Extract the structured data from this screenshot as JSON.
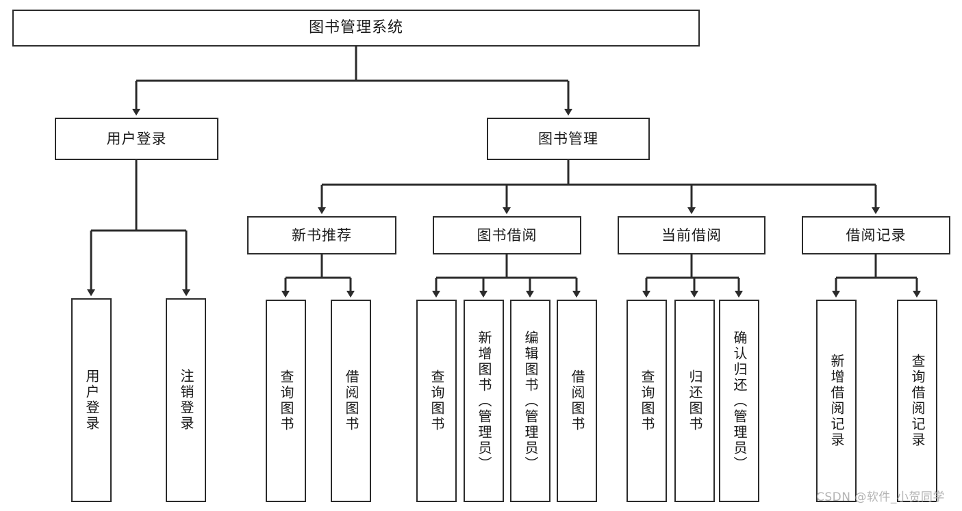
{
  "diagram": {
    "title_box": {
      "label": "图书管理系统"
    },
    "level2": [
      {
        "id": "user-login",
        "label": "用户登录"
      },
      {
        "id": "book-management",
        "label": "图书管理"
      }
    ],
    "level3": [
      {
        "id": "new-book-recommend",
        "label": "新书推荐"
      },
      {
        "id": "book-borrow",
        "label": "图书借阅"
      },
      {
        "id": "current-borrow",
        "label": "当前借阅"
      },
      {
        "id": "borrow-record",
        "label": "借阅记录"
      }
    ],
    "leaves": [
      {
        "id": "leaf-user-login",
        "label": "用户登录"
      },
      {
        "id": "leaf-logout-login",
        "label": "注销登录"
      },
      {
        "id": "leaf-query-book-1",
        "label": "查询图书"
      },
      {
        "id": "leaf-borrow-book-1",
        "label": "借阅图书"
      },
      {
        "id": "leaf-query-book-2",
        "label": "查询图书"
      },
      {
        "id": "leaf-add-book-admin",
        "label": "新增图书（管理员）"
      },
      {
        "id": "leaf-edit-book-admin",
        "label": "编辑图书（管理员）"
      },
      {
        "id": "leaf-borrow-book-2",
        "label": "借阅图书"
      },
      {
        "id": "leaf-query-book-3",
        "label": "查询图书"
      },
      {
        "id": "leaf-return-book",
        "label": "归还图书"
      },
      {
        "id": "leaf-confirm-return-admin",
        "label": "确认归还（管理员）"
      },
      {
        "id": "leaf-add-borrow-record",
        "label": "新增借阅记录"
      },
      {
        "id": "leaf-query-borrow-record",
        "label": "查询借阅记录"
      }
    ],
    "watermark": "CSDN @软件_小贺同学",
    "colors": {
      "stroke": "#2b2b2b",
      "background": "#ffffff",
      "text": "#1a1a1a",
      "watermark": "#b4b4b4"
    }
  }
}
